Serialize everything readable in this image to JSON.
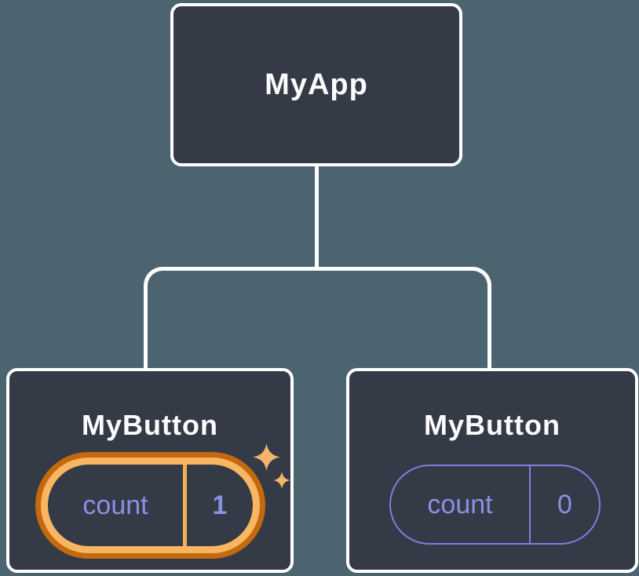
{
  "diagram": {
    "root": {
      "label": "MyApp"
    },
    "children": [
      {
        "label": "MyButton",
        "state": {
          "name": "count",
          "value": "1"
        },
        "highlighted": true,
        "sparkles": true
      },
      {
        "label": "MyButton",
        "state": {
          "name": "count",
          "value": "0"
        },
        "highlighted": false,
        "sparkles": false
      }
    ]
  },
  "icons": {
    "sparkle_large": "sparkle-icon",
    "sparkle_small": "sparkle-icon"
  },
  "colors": {
    "background": "#4C6470",
    "node_fill": "#353A47",
    "node_border": "#FFFFFF",
    "connector": "#FFFFFF",
    "title_text": "#FCFCFC",
    "state_text": "#8B90E4",
    "state_pill_border": "#7A81E0",
    "highlight_outer": "#C5690E",
    "highlight_inner": "#F8B663",
    "highlight_divider": "#F3AF58",
    "sparkle": "#F4B469"
  }
}
